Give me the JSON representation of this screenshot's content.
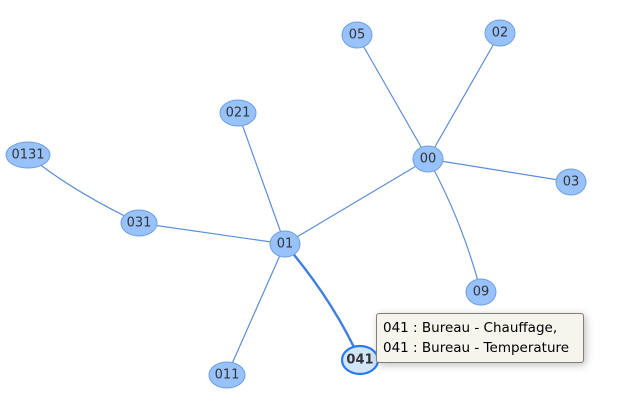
{
  "graph": {
    "nodes": [
      {
        "id": "00",
        "label": "00"
      },
      {
        "id": "01",
        "label": "01"
      },
      {
        "id": "02",
        "label": "02"
      },
      {
        "id": "03",
        "label": "03"
      },
      {
        "id": "05",
        "label": "05"
      },
      {
        "id": "09",
        "label": "09"
      },
      {
        "id": "011",
        "label": "011"
      },
      {
        "id": "021",
        "label": "021"
      },
      {
        "id": "031",
        "label": "031"
      },
      {
        "id": "041",
        "label": "041"
      },
      {
        "id": "0131",
        "label": "0131"
      }
    ],
    "edges": [
      {
        "from": "00",
        "to": "05"
      },
      {
        "from": "00",
        "to": "02"
      },
      {
        "from": "00",
        "to": "03"
      },
      {
        "from": "00",
        "to": "09"
      },
      {
        "from": "00",
        "to": "01"
      },
      {
        "from": "01",
        "to": "021"
      },
      {
        "from": "01",
        "to": "031"
      },
      {
        "from": "01",
        "to": "011"
      },
      {
        "from": "01",
        "to": "041"
      },
      {
        "from": "031",
        "to": "0131"
      }
    ],
    "selected_node": "041",
    "colors": {
      "node_fill": "#97c2fc",
      "node_border": "#6e9ee0",
      "selected_fill": "#d2e5ff",
      "selected_border": "#2b7ce9",
      "edge": "#5b8fd6"
    }
  },
  "tooltip": {
    "lines": [
      "041 : Bureau - Chauffage,",
      "041 : Bureau - Temperature"
    ]
  }
}
